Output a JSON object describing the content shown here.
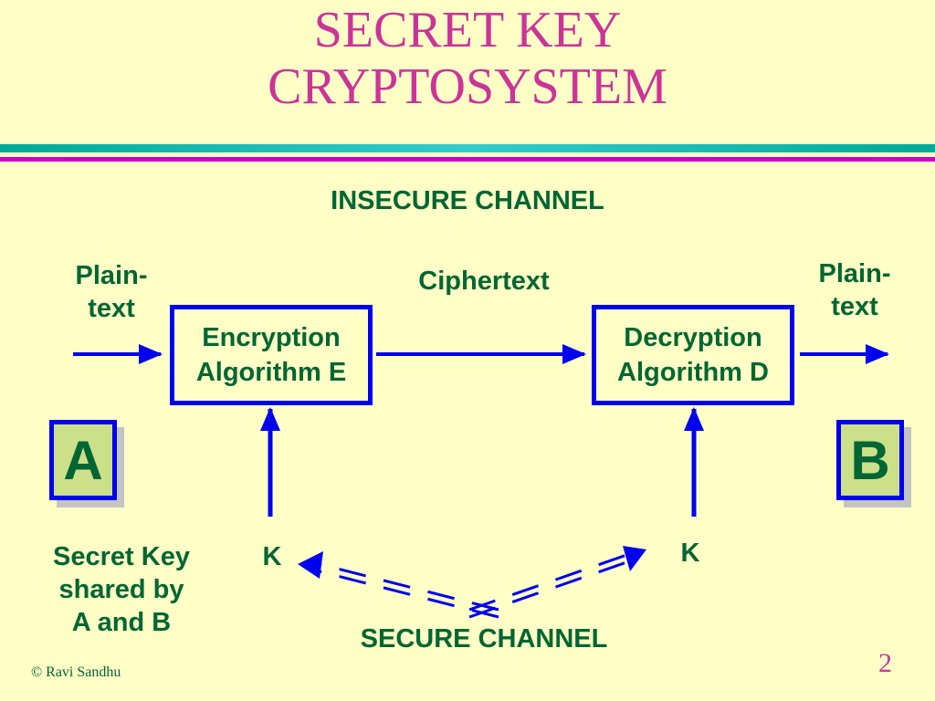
{
  "slide": {
    "title_line1": "SECRET KEY",
    "title_line2": "CRYPTOSYSTEM",
    "insecure_channel": "INSECURE CHANNEL",
    "secure_channel": "SECURE CHANNEL",
    "footer": "© Ravi Sandhu",
    "page_number": "2"
  },
  "diagram": {
    "plaintext_left_1": "Plain-",
    "plaintext_left_2": "text",
    "plaintext_right_1": "Plain-",
    "plaintext_right_2": "text",
    "ciphertext": "Ciphertext",
    "encryption_line1": "Encryption",
    "encryption_line2": "Algorithm E",
    "decryption_line1": "Decryption",
    "decryption_line2": "Algorithm D",
    "key_left": "K",
    "key_right": "K",
    "party_a": "A",
    "party_b": "B",
    "shared_key_line1": "Secret Key",
    "shared_key_line2": "shared by",
    "shared_key_line3": "A and B"
  },
  "colors": {
    "background": "#FFFFC6",
    "title": "#CC3399",
    "text": "#006633",
    "arrows": "#0000EE"
  }
}
